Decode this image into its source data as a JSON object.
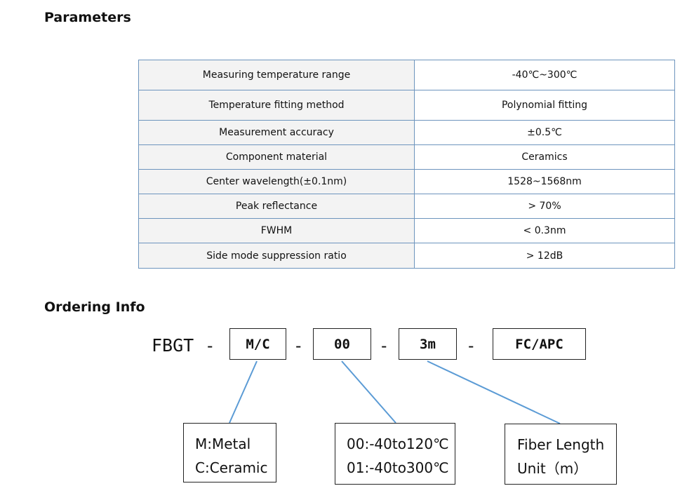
{
  "headings": {
    "parameters": "Parameters",
    "ordering": "Ordering Info"
  },
  "parameters": [
    {
      "label": "Measuring temperature range",
      "value": "-40℃~300℃"
    },
    {
      "label": "Temperature fitting method",
      "value": "Polynomial fitting"
    },
    {
      "label": "Measurement accuracy",
      "value": "±0.5℃"
    },
    {
      "label": "Component material",
      "value": "Ceramics"
    },
    {
      "label": "Center wavelength(±0.1nm)",
      "value": "1528~1568nm"
    },
    {
      "label": "Peak reflectance",
      "value": "> 70%"
    },
    {
      "label": "FWHM",
      "value": "< 0.3nm"
    },
    {
      "label": "Side mode suppression ratio",
      "value": "> 12dB"
    }
  ],
  "ordering": {
    "prefix": "FBGT",
    "separator": "-",
    "codes": [
      "M/C",
      "00",
      "3m",
      "FC/APC"
    ],
    "notes": [
      {
        "line1": "M:Metal",
        "line2": "C:Ceramic"
      },
      {
        "line1": "00:-40to120℃",
        "line2": "01:-40to300℃"
      },
      {
        "line1": "Fiber Length",
        "line2": "Unit（m）"
      }
    ]
  },
  "colors": {
    "table_border": "#6d94bd",
    "label_cell_bg": "#f3f3f3",
    "connector": "#5b9bd5"
  }
}
